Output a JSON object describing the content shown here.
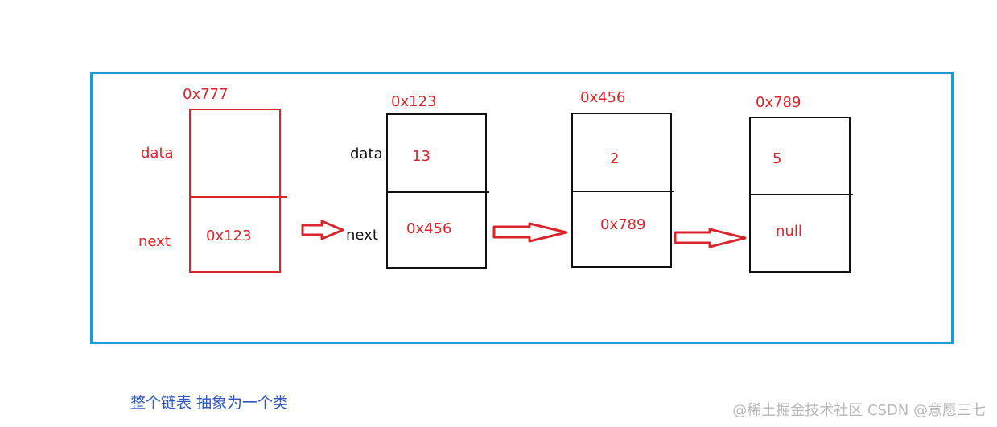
{
  "diagram": {
    "head": {
      "address": "0x777",
      "data_label": "data",
      "next_label": "next",
      "next_value": "0x123"
    },
    "nodes": [
      {
        "address": "0x123",
        "data_label": "data",
        "next_label": "next",
        "data_value": "13",
        "next_value": "0x456"
      },
      {
        "address": "0x456",
        "data_value": "2",
        "next_value": "0x789"
      },
      {
        "address": "0x789",
        "data_value": "5",
        "next_value": "null"
      }
    ],
    "caption": "整个链表 抽象为一个类",
    "watermark": "@稀土掘金技术社区 CSDN @意愿三七"
  },
  "colors": {
    "frame": "#1e9ad6",
    "red": "#d9262c",
    "black": "#111111",
    "caption": "#2f56c0"
  },
  "icons": [
    "right-arrow-icon"
  ]
}
